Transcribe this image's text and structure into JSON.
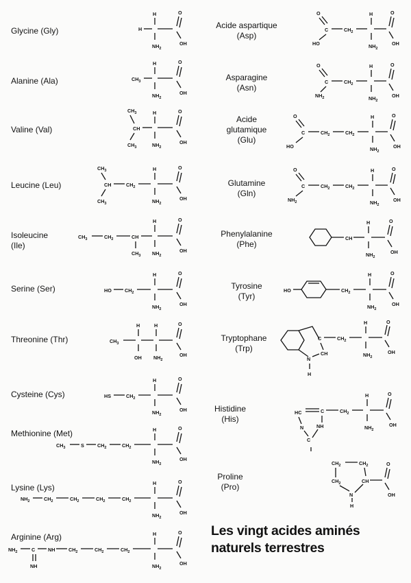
{
  "title_line1": "Les vingt acides aminés",
  "title_line2": "naturels terrestres",
  "groups": {
    "h": "H",
    "nh2": "NH",
    "sub2": "2",
    "oh": "OH",
    "o": "O",
    "c": "C",
    "ch": "CH",
    "ch2": "CH",
    "ch3": "CH",
    "sub3": "3",
    "ho": "HO",
    "hs": "HS",
    "s": "S",
    "nh": "NH",
    "n": "N",
    "hc": "HC"
  },
  "amino_acids": [
    {
      "name": "Glycine (Gly)"
    },
    {
      "name": "Alanine (Ala)"
    },
    {
      "name": "Valine (Val)"
    },
    {
      "name": "Leucine (Leu)"
    },
    {
      "name": "Isoleucine",
      "abbr": "(Ile)"
    },
    {
      "name": "Serine (Ser)"
    },
    {
      "name": "Threonine (Thr)"
    },
    {
      "name": "Cysteine (Cys)"
    },
    {
      "name": "Methionine (Met)"
    },
    {
      "name": "Lysine (Lys)"
    },
    {
      "name": "Arginine (Arg)"
    },
    {
      "name": "Acide aspartique",
      "abbr": "(Asp)"
    },
    {
      "name": "Asparagine",
      "abbr": "(Asn)"
    },
    {
      "name": "Acide",
      "name2": "glutamique",
      "abbr": "(Glu)"
    },
    {
      "name": "Glutamine",
      "abbr": "(Gln)"
    },
    {
      "name": "Phenylalanine",
      "abbr": "(Phe)"
    },
    {
      "name": "Tyrosine",
      "abbr": "(Tyr)"
    },
    {
      "name": "Tryptophane",
      "abbr": "(Trp)"
    },
    {
      "name": "Histidine",
      "abbr": "(His)"
    },
    {
      "name": "Proline",
      "abbr": "(Pro)"
    }
  ]
}
